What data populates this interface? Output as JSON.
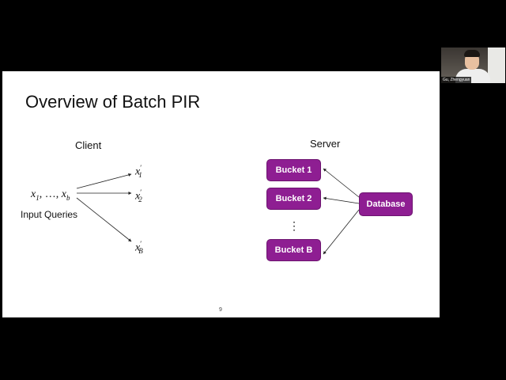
{
  "slide": {
    "title": "Overview of Batch PIR",
    "page_number": "9",
    "client": {
      "heading": "Client",
      "inputs_var": "x",
      "inputs_sub_first": "1",
      "inputs_ellipsis": ", …, ",
      "inputs_sub_last": "b",
      "input_caption": "Input Queries",
      "outputs": [
        {
          "var": "x",
          "prime": "′",
          "sub": "1"
        },
        {
          "var": "x",
          "prime": "′",
          "sub": "2"
        },
        {
          "var": "x",
          "prime": "′",
          "sub": "B"
        }
      ]
    },
    "server": {
      "heading": "Server",
      "buckets": [
        "Bucket 1",
        "Bucket 2",
        "Bucket B"
      ],
      "vertical_dots": "⋮",
      "database_label": "Database"
    },
    "colors": {
      "bucket_fill": "#8e1e92",
      "background": "#ffffff",
      "frame": "#000000"
    }
  },
  "video": {
    "participant_name": "Gu, Zhengyuan"
  }
}
